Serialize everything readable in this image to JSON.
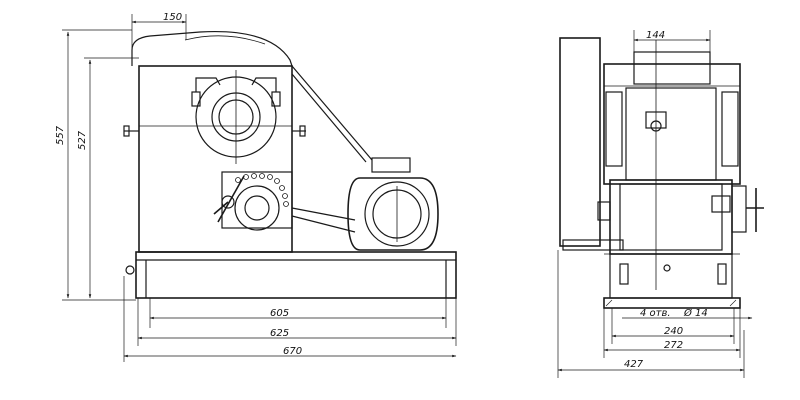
{
  "side_view": {
    "dim_top_width": "150",
    "dim_height_total": "557",
    "dim_height_body": "527",
    "dim_base_inner": "605",
    "dim_base_mid": "625",
    "dim_base_overall": "670"
  },
  "front_view": {
    "dim_top_width": "144",
    "dim_holes_note": "4 отв.",
    "dim_hole_diameter": "Ø 14",
    "dim_base_240": "240",
    "dim_base_272": "272",
    "dim_overall": "427"
  },
  "colors": {
    "line": "#1a1a1a",
    "background": "#ffffff"
  }
}
